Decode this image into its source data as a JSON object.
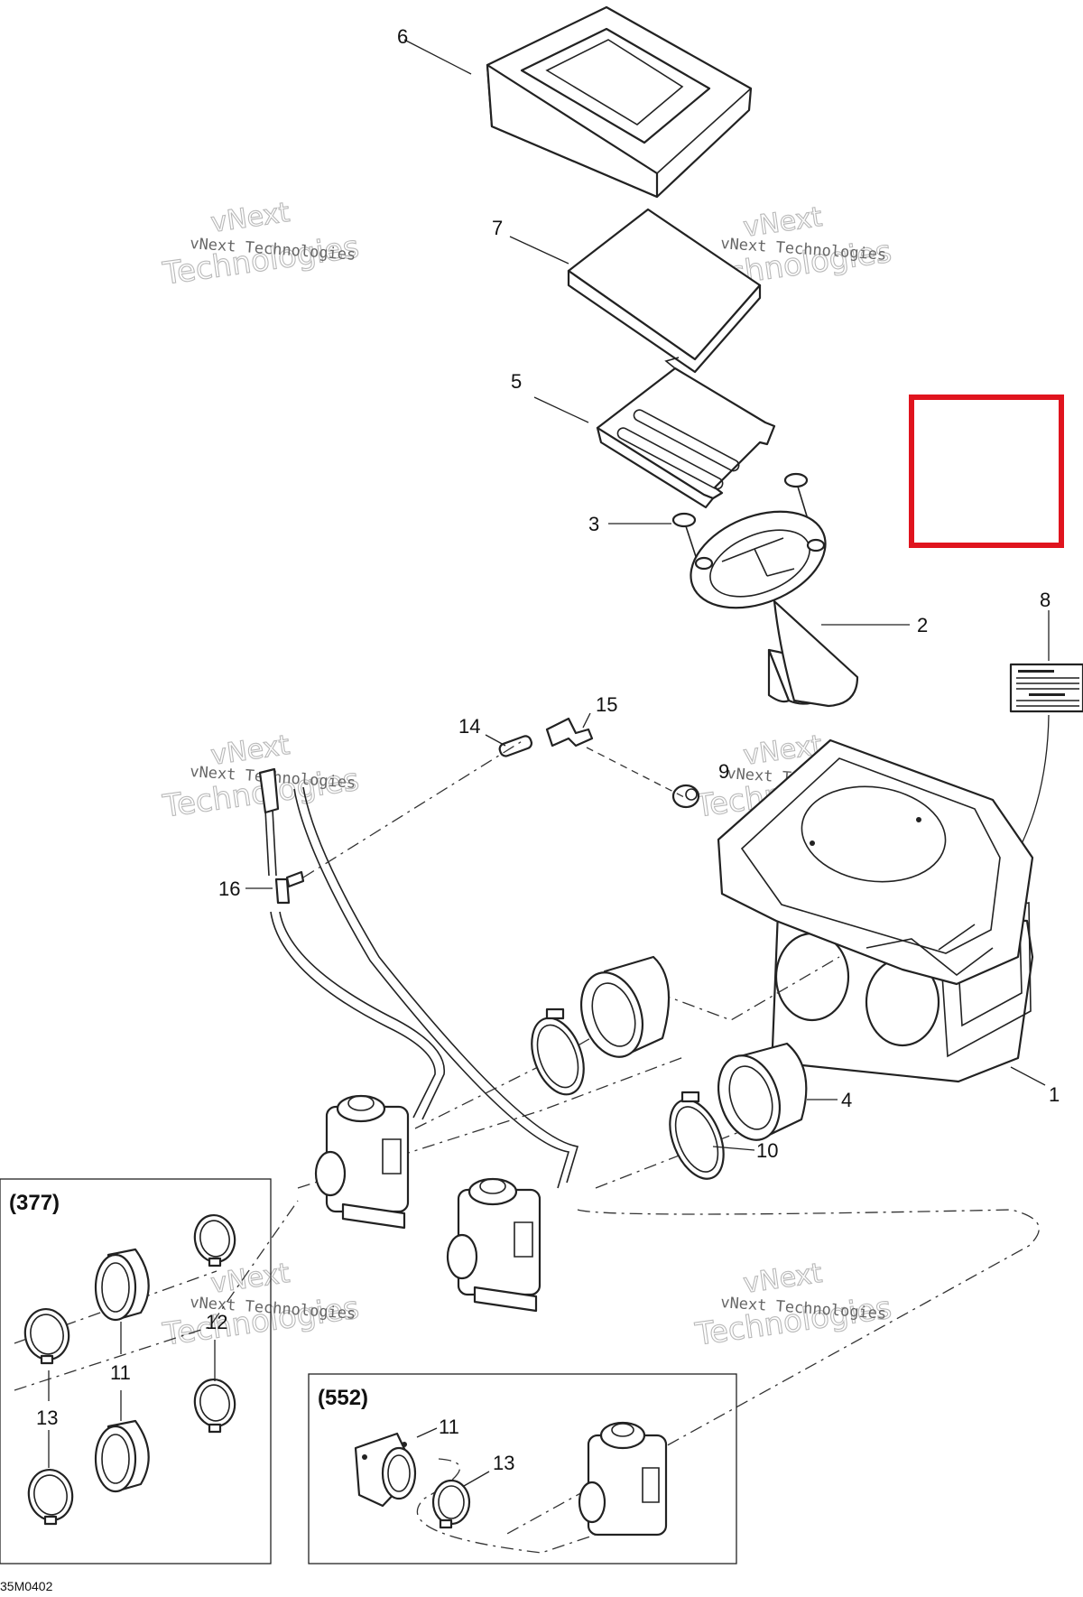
{
  "callouts": {
    "c1": "1",
    "c2": "2",
    "c3": "3",
    "c4": "4",
    "c5": "5",
    "c6": "6",
    "c7": "7",
    "c8": "8",
    "c9": "9",
    "c10": "10",
    "c11a": "11",
    "c11b": "11",
    "c12": "12",
    "c13a": "13",
    "c13b": "13",
    "c14": "14",
    "c15": "15",
    "c16": "16"
  },
  "variants": {
    "v377": "(377)",
    "v552": "(552)"
  },
  "watermark": {
    "line1": "vNext",
    "line2": "Technologies",
    "small": "vNext Technologies"
  },
  "reference": "35M0402",
  "colors": {
    "highlight_box": "#e0141e",
    "line": "#222222",
    "watermark": "#b9b9b9"
  }
}
